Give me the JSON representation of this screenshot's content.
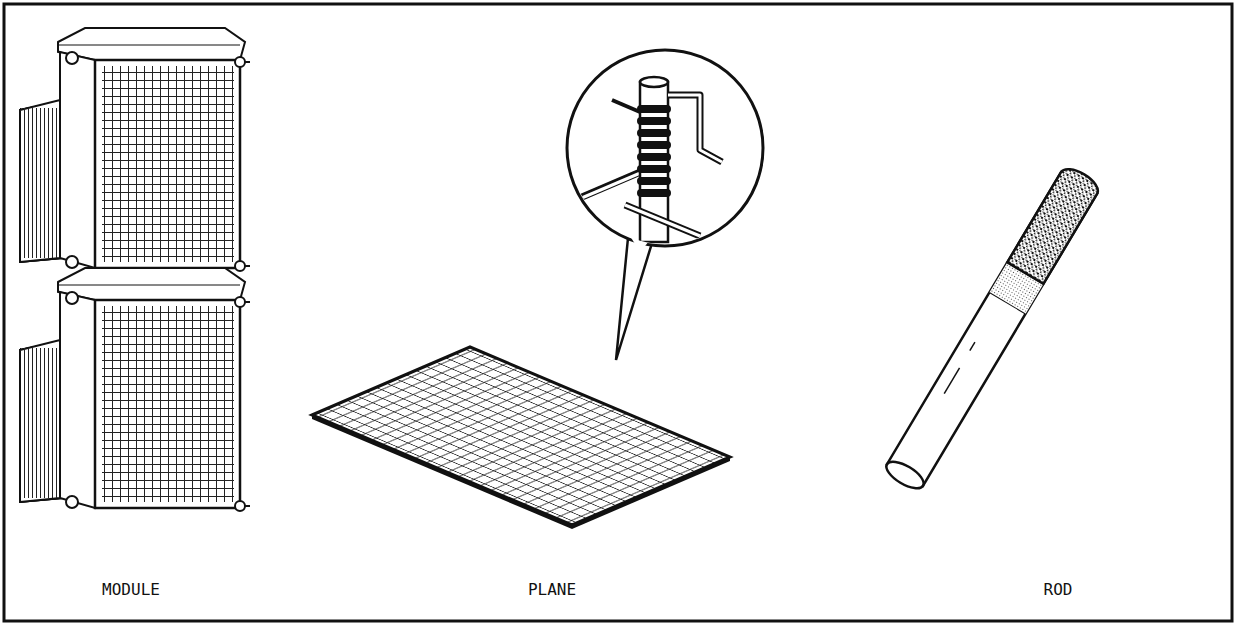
{
  "diagram": {
    "labels": [
      "MODULE",
      "PLANE",
      "ROD"
    ]
  }
}
